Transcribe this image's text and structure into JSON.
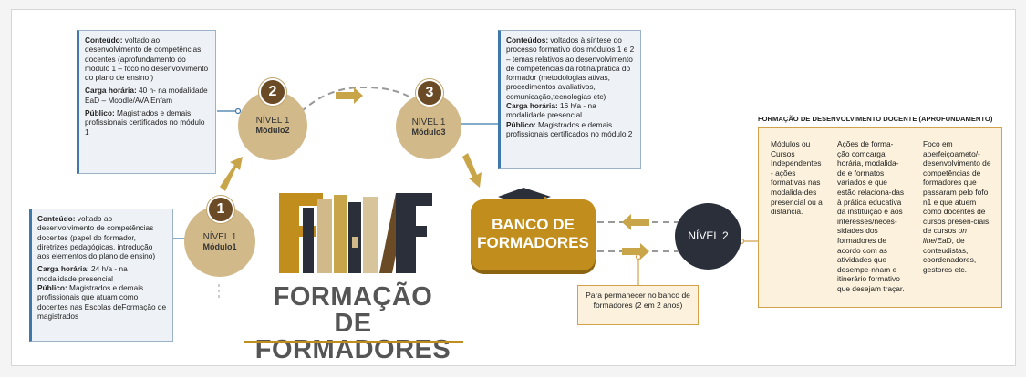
{
  "module2_box": {
    "conteudo_label": "Conteúdo:",
    "conteudo_text": " voltado ao desenvolvimento de competências docentes (aprofundamento do módulo 1 – foco no desenvolvimento do plano de ensino )",
    "carga_label": "Carga horária:",
    "carga_text": " 40 h- na modalidade EaD – Moodle/AVA Enfam",
    "publico_label": "Público:",
    "publico_text": " Magistrados e demais profissionais certificados no módulo 1"
  },
  "module1_box": {
    "conteudo_label": "Conteúdo:",
    "conteudo_text": " voltado ao desenvolvimento de competências docentes (papel do formador, diretrizes pedagógicas, introdução aos elementos do plano de ensino)",
    "carga_label": "Carga horária:",
    "carga_text": " 24 h/a - na modalidade presencial",
    "publico_label": "Público:",
    "publico_text": " Magistrados e demais profissionais que atuam como docentes nas Escolas deFormação de magistrados"
  },
  "module3_box": {
    "conteudo_label": "Conteúdos:",
    "conteudo_text": " voltados à síntese do processo formativo dos módulos 1 e 2 – temas relativos ao desenvolvimento de competências da rotina/prática do formador (metodologias ativas, procedimentos avaliativos, comunicação,tecnologias etc)",
    "carga_label": "Carga horária:",
    "carga_text": " 16 h/a - na modalidade presencial",
    "publico_label": "Público:",
    "publico_text": " Magistrados e demais profissionais certificados no módulo 2"
  },
  "circles": {
    "m1": {
      "badge": "1",
      "level": "NÍVEL 1",
      "module": "Módulo1"
    },
    "m2": {
      "badge": "2",
      "level": "NÍVEL 1",
      "module": "Módulo2"
    },
    "m3": {
      "badge": "3",
      "level": "NÍVEL 1",
      "module": "Módulo3"
    }
  },
  "title": {
    "line1": "FORMAÇÃO",
    "line2": "DE FORMADORES"
  },
  "bank": {
    "line1": "BANCO DE",
    "line2": "FORMADORES"
  },
  "permanence_note": "Para permanecer no banco de formadores (2 em 2 anos)",
  "level2": {
    "label": "NÍVEL 2"
  },
  "advanced": {
    "title": "FORMAÇÃO DE DESENVOLVIMENTO DOCENTE (APROFUNDAMENTO)",
    "col1": "Módulos ou Cursos Independentes - ações formativas nas modalida-des presencial ou a distância.",
    "col2": "Ações de forma-ção comcarga horária, modalida-de e formatos variados e que estão relaciona-das à prática educativa da instituição e aos interesses/neces-sidades dos formadores de acordo com as atividades que desempe-nham e itinerário formativo que desejam traçar.",
    "col3_part1": "Foco em aperfeiçoameto/-desenvolvimento de competências de formadores que passaram pelo fofo n1 e que atuem como docentes de cursos presen-ciais, de cursos ",
    "col3_italic": "on line",
    "col3_part2": "/EaD, de conteudistas, coordenadores, gestores etc."
  },
  "colors": {
    "gold": "#c18e1d",
    "tan": "#d2b98a",
    "brown": "#6b4a26",
    "navy": "#2a2f3a",
    "blue_border": "#3f79a9"
  }
}
